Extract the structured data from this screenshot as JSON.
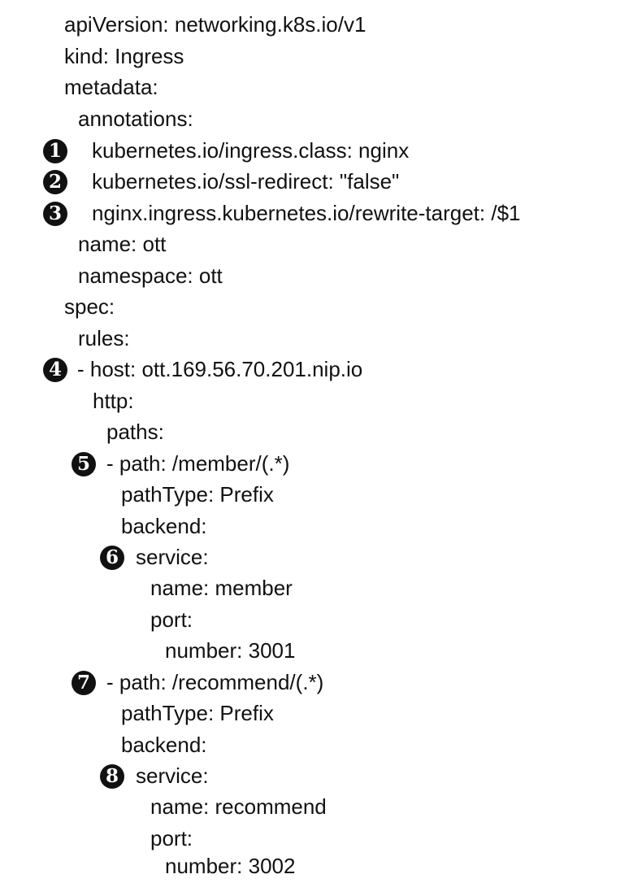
{
  "document": {
    "lines": [
      "apiVersion: networking.k8s.io/v1",
      "kind: Ingress",
      "metadata:",
      "annotations:",
      "kubernetes.io/ingress.class: nginx",
      "kubernetes.io/ssl-redirect: \"false\"",
      "nginx.ingress.kubernetes.io/rewrite-target: /$1",
      "name: ott",
      "namespace: ott",
      "spec:",
      "rules:",
      "- host: ott.169.56.70.201.nip.io",
      "http:",
      "paths:",
      "- path: /member/(.*)",
      "pathType: Prefix",
      "backend:",
      "service:",
      "name: member",
      "port:",
      "number: 3001",
      "- path: /recommend/(.*)",
      "pathType: Prefix",
      "backend:",
      "service:",
      "name: recommend",
      "port:",
      "number: 3002"
    ],
    "markers": [
      "1",
      "2",
      "3",
      "4",
      "5",
      "6",
      "7",
      "8"
    ]
  }
}
